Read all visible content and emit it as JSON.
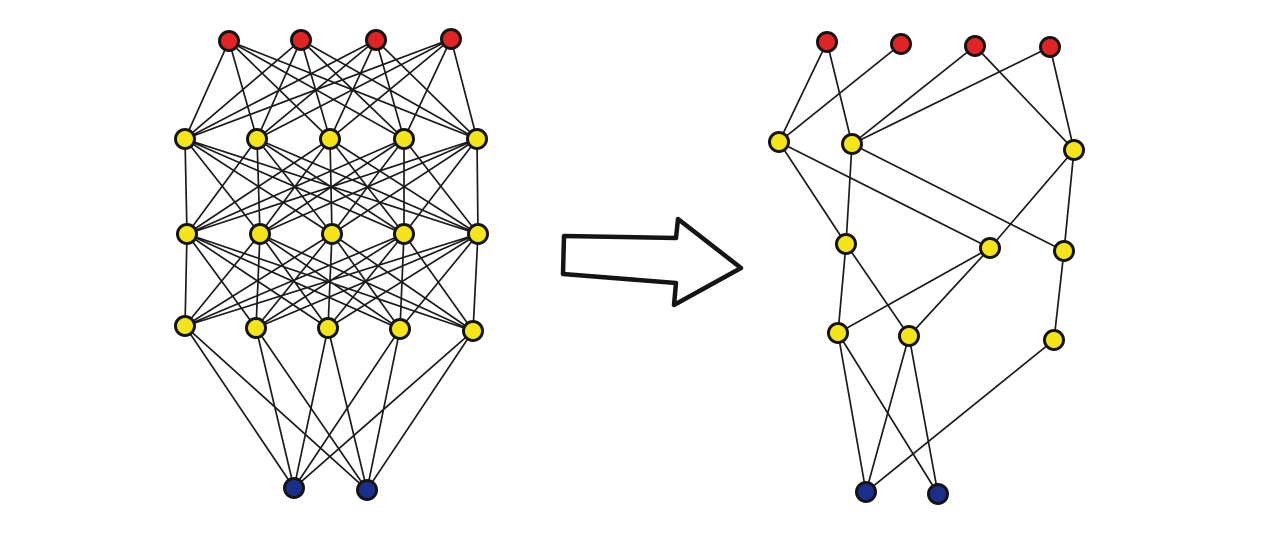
{
  "diagram": {
    "colors": {
      "output": "#e02424",
      "hidden": "#f6e41a",
      "input": "#1a2f8c",
      "ink": "#141414"
    },
    "networks": [
      {
        "name": "dense-network",
        "layers": [
          {
            "role": "output",
            "count": 4,
            "style": "output"
          },
          {
            "role": "hidden",
            "count": 5,
            "style": "hidden"
          },
          {
            "role": "hidden",
            "count": 5,
            "style": "hidden"
          },
          {
            "role": "hidden",
            "count": 5,
            "style": "hidden"
          },
          {
            "role": "input",
            "count": 2,
            "style": "input"
          }
        ],
        "connectivity": "full"
      },
      {
        "name": "pruned-network",
        "layers": [
          {
            "role": "output",
            "count": 4,
            "style": "output"
          },
          {
            "role": "hidden",
            "count": 3,
            "style": "hidden"
          },
          {
            "role": "hidden",
            "count": 3,
            "style": "hidden"
          },
          {
            "role": "hidden",
            "count": 3,
            "style": "hidden"
          },
          {
            "role": "input",
            "count": 2,
            "style": "input"
          }
        ],
        "connectivity": "sparse",
        "edges": [
          [
            [
              0,
              0
            ],
            [
              1,
              0
            ]
          ],
          [
            [
              0,
              0
            ],
            [
              1,
              1
            ]
          ],
          [
            [
              0,
              1
            ],
            [
              1,
              0
            ]
          ],
          [
            [
              0,
              2
            ],
            [
              1,
              1
            ]
          ],
          [
            [
              0,
              2
            ],
            [
              1,
              2
            ]
          ],
          [
            [
              0,
              3
            ],
            [
              1,
              1
            ]
          ],
          [
            [
              0,
              3
            ],
            [
              1,
              2
            ]
          ],
          [
            [
              1,
              0
            ],
            [
              2,
              0
            ]
          ],
          [
            [
              1,
              0
            ],
            [
              2,
              1
            ]
          ],
          [
            [
              1,
              1
            ],
            [
              2,
              0
            ]
          ],
          [
            [
              1,
              1
            ],
            [
              2,
              2
            ]
          ],
          [
            [
              1,
              2
            ],
            [
              2,
              1
            ]
          ],
          [
            [
              1,
              2
            ],
            [
              2,
              2
            ]
          ],
          [
            [
              2,
              0
            ],
            [
              3,
              0
            ]
          ],
          [
            [
              2,
              0
            ],
            [
              3,
              1
            ]
          ],
          [
            [
              2,
              1
            ],
            [
              3,
              0
            ]
          ],
          [
            [
              2,
              1
            ],
            [
              3,
              1
            ]
          ],
          [
            [
              2,
              2
            ],
            [
              3,
              2
            ]
          ],
          [
            [
              3,
              0
            ],
            [
              4,
              0
            ]
          ],
          [
            [
              3,
              0
            ],
            [
              4,
              1
            ]
          ],
          [
            [
              3,
              1
            ],
            [
              4,
              0
            ]
          ],
          [
            [
              3,
              1
            ],
            [
              4,
              1
            ]
          ],
          [
            [
              3,
              2
            ],
            [
              4,
              0
            ]
          ]
        ]
      }
    ],
    "arrow": {
      "direction": "right"
    }
  }
}
